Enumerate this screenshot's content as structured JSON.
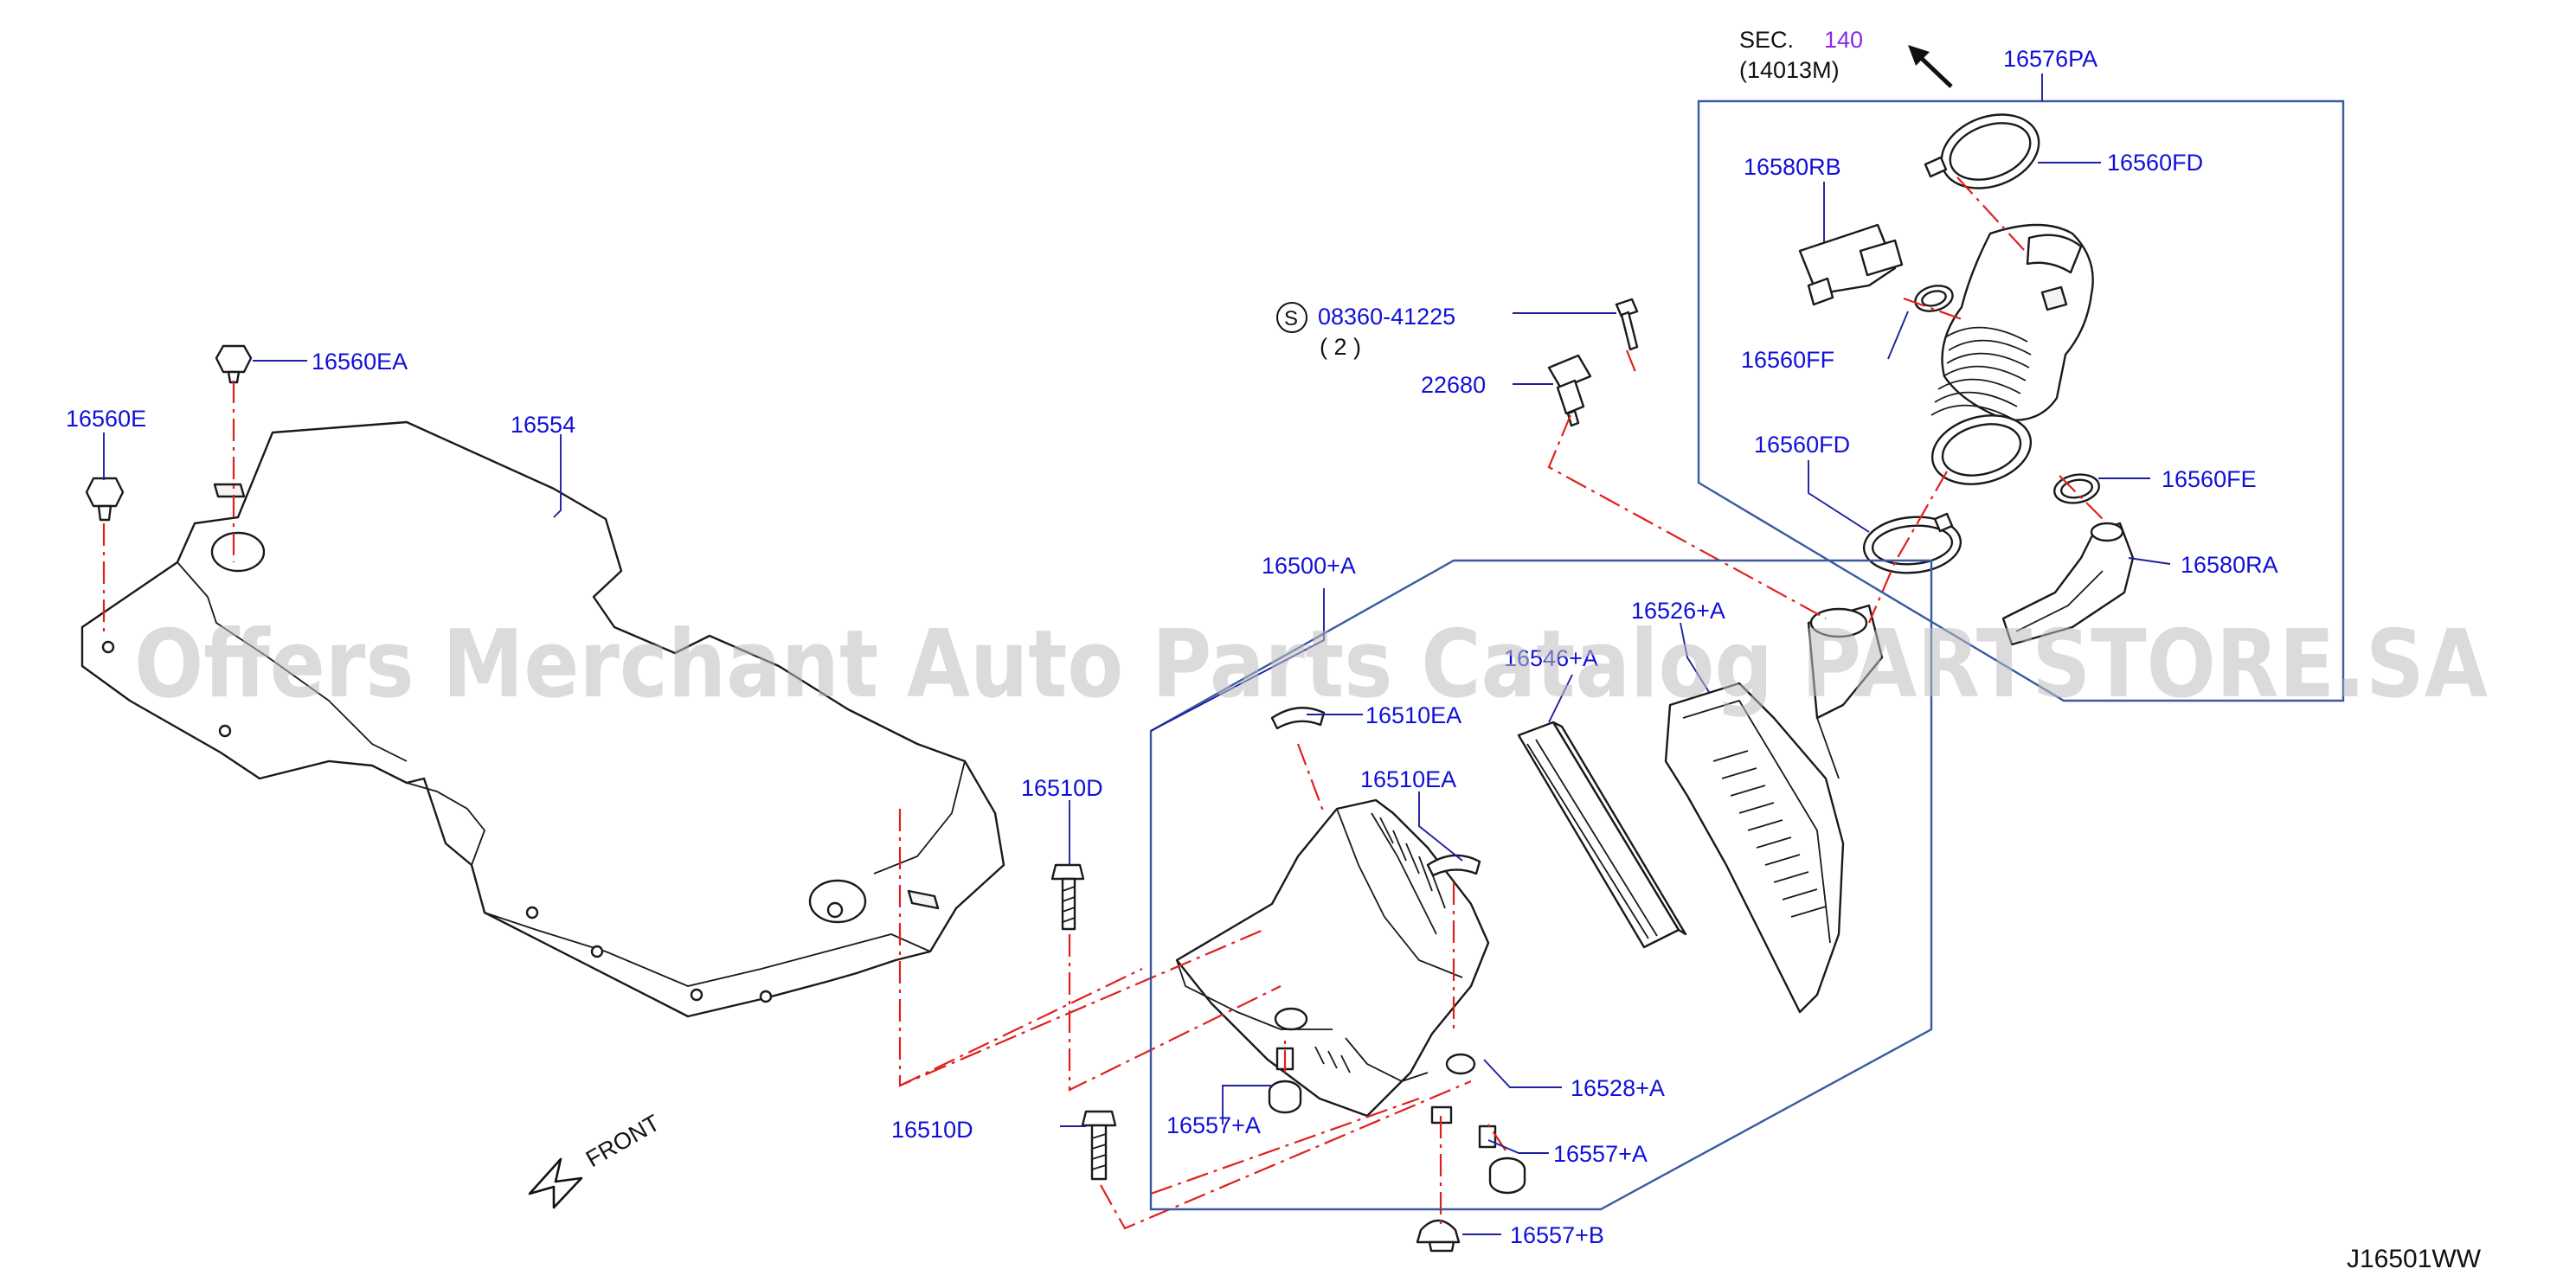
{
  "diagram": {
    "drawing_code": "J16501WW",
    "front_label": "FRONT",
    "watermark": "Offers Merchant Auto Parts Catalog PARTSTORE.SA",
    "section_ref": {
      "prefix": "SEC.",
      "number": "140",
      "sub": "(14013M)"
    },
    "screw_ref": {
      "symbol": "S",
      "part": "08360-41225",
      "qty": "( 2 )"
    },
    "labels": {
      "p16560EA_top": "16560EA",
      "p16560E": "16560E",
      "p16554": "16554",
      "p16500A": "16500+A",
      "p16510EA_1": "16510EA",
      "p16510EA_2": "16510EA",
      "p16510D_top": "16510D",
      "p16510D_bottom": "16510D",
      "p16546A": "16546+A",
      "p16526A": "16526+A",
      "p16528A": "16528+A",
      "p16557A_left": "16557+A",
      "p16557A_right": "16557+A",
      "p16557B": "16557+B",
      "p22680": "22680",
      "p16576PA": "16576PA",
      "p16560FD_top": "16560FD",
      "p16580RB": "16580RB",
      "p16560FF": "16560FF",
      "p16560FD_mid": "16560FD",
      "p16560FE": "16560FE",
      "p16580RA": "16580RA"
    },
    "colors": {
      "callout_text": "#1010d8",
      "section_number": "#8a2be2",
      "leader_line": "#1f1f9f",
      "assembly_frame": "#3a5aa0",
      "centerline": "#e0201c",
      "part_outline": "#1a1a1a"
    }
  }
}
